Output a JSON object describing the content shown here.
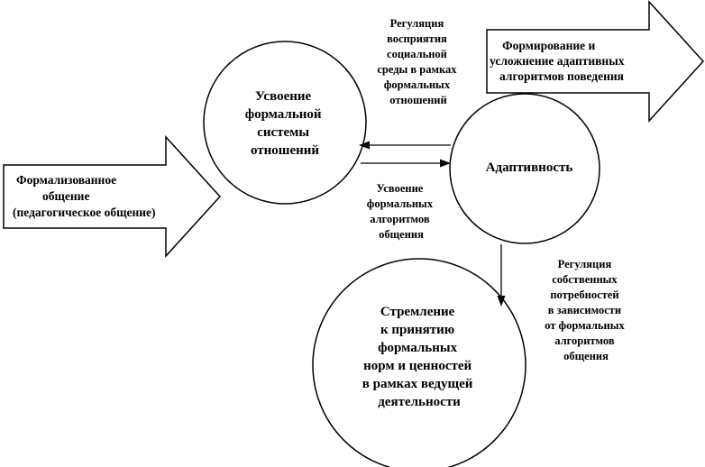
{
  "nodes": {
    "assimilation_circle": {
      "lines": [
        "Усвоение",
        "формальной",
        "системы",
        "отношений"
      ]
    },
    "adaptivity_circle": {
      "lines": [
        "Адаптивность"
      ]
    },
    "striving_circle": {
      "lines": [
        "Стремление",
        "к принятию",
        "формальных",
        "норм и ценностей",
        "в рамках ведущей",
        "деятельности"
      ]
    },
    "input_arrow": {
      "lines": [
        "Формализованное",
        "общение",
        "(педагогическое общение)"
      ]
    },
    "output_arrow": {
      "lines": [
        "Формирование и",
        "усложнение адаптивных",
        "алгоритмов поведения"
      ]
    }
  },
  "edge_labels": {
    "perception_regulation": {
      "lines": [
        "Регуляция",
        "восприятия",
        "социальной",
        "среды в рамках",
        "формальных",
        "отношений"
      ]
    },
    "algorithm_assimilation": {
      "lines": [
        "Усвоение",
        "формальных",
        "алгоритмов",
        "общения"
      ]
    },
    "needs_regulation": {
      "lines": [
        "Регуляция",
        "собственных",
        "потребностей",
        "в зависимости",
        "от формальных",
        "алгоритмов",
        "общения"
      ]
    }
  }
}
